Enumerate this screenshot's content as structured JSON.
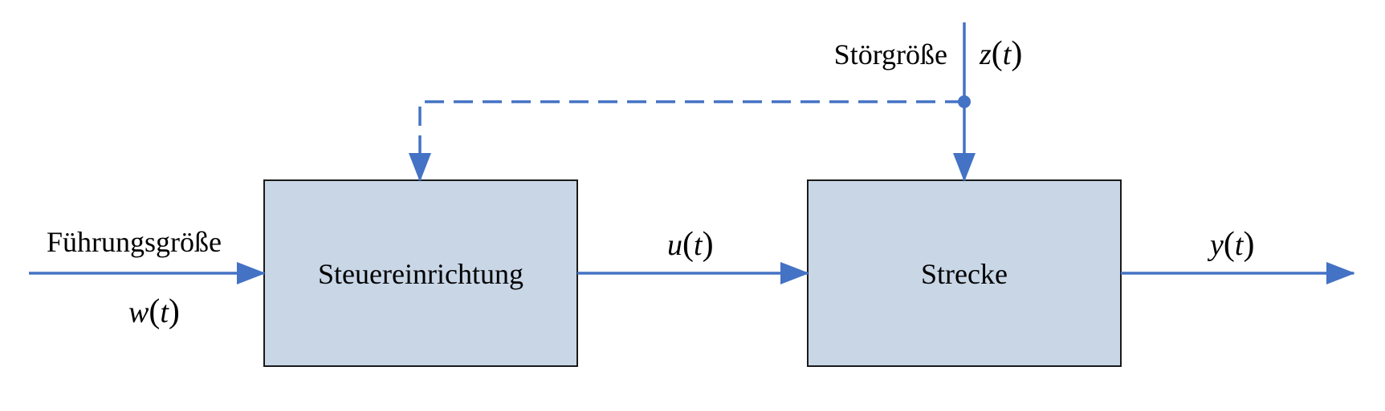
{
  "colors": {
    "line": "#4472c4",
    "box_fill": "#c8d6e6",
    "box_stroke": "#1a1a1a"
  },
  "blocks": {
    "controller": {
      "label": "Steuereinrichtung"
    },
    "plant": {
      "label": "Strecke"
    }
  },
  "signals": {
    "reference": {
      "name": "Führungsgröße",
      "fn": "w",
      "arg": "t"
    },
    "control": {
      "fn": "u",
      "arg": "t"
    },
    "output": {
      "fn": "y",
      "arg": "t"
    },
    "disturbance": {
      "name": "Störgröße",
      "fn": "z",
      "arg": "t"
    }
  }
}
